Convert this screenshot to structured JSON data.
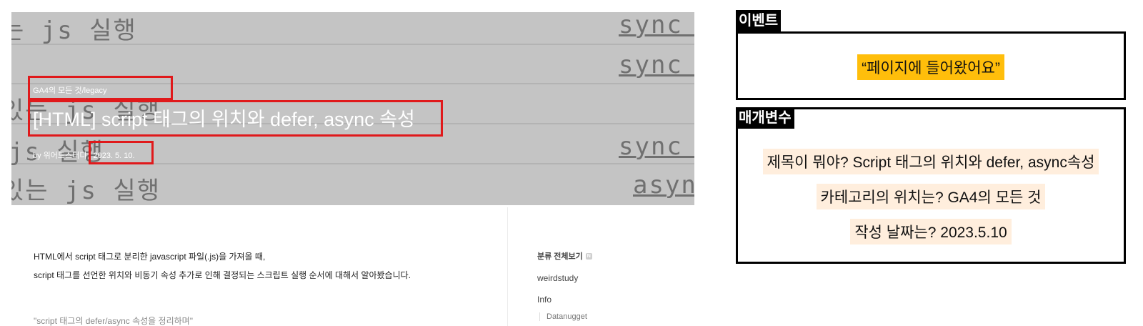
{
  "blog": {
    "hero_bg_left": [
      "는 js 실행",
      "있는 js 실행",
      "js 실행",
      "있는 js 실행"
    ],
    "hero_bg_right": [
      "sync i",
      "sync i",
      "sync i",
      "async"
    ],
    "category": "GA4의 모든 것/legacy",
    "title": "[HTML] script 태그의 위치와 defer, async 속성",
    "author": "by 위어드스터디",
    "date": "2023. 5. 10.",
    "intro_line_1": "HTML에서 script 태그로 분리한 javascript 파일(.js)을 가져올 때,",
    "intro_line_2": "script 태그를 선언한 위치와 비동기 속성 추가로 인해 결정되는 스크립트 실행 순서에 대해서 알아봤습니다.",
    "intro_cut": "\"script 태그의 defer/async 속성을 정리하며\""
  },
  "sidebar": {
    "heading": "분류 전체보기",
    "heading_icon": "N",
    "items": [
      "weirdstudy",
      "Info"
    ],
    "sub_item": "Datanugget"
  },
  "annotation": {
    "event_label": "이벤트",
    "event_value": "“페이지에 들어왔어요”",
    "param_label": "매개변수",
    "params": [
      "제목이 뭐야? Script 태그의 위치와 defer, async속성",
      "카테고리의 위치는? GA4의 모든 것",
      "작성 날짜는? 2023.5.10"
    ]
  },
  "colors": {
    "highlight_red": "#e0191b",
    "event_highlight": "#ffbe0b",
    "param_highlight": "#ffeedd",
    "hero_bg": "#c4c4c4"
  }
}
